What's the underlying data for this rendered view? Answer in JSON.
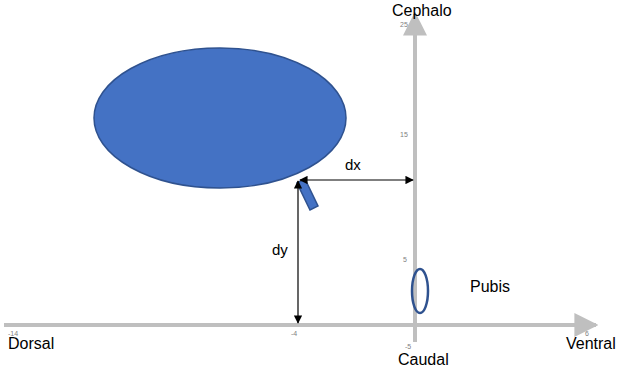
{
  "diagram": {
    "labels": [
      "Cephalo",
      "25",
      "15",
      "dx",
      "dy",
      "5",
      "Pubis",
      "-14",
      "-4",
      "6",
      "Dorsal",
      "Ventral",
      "-5",
      "Caudal"
    ]
  }
}
